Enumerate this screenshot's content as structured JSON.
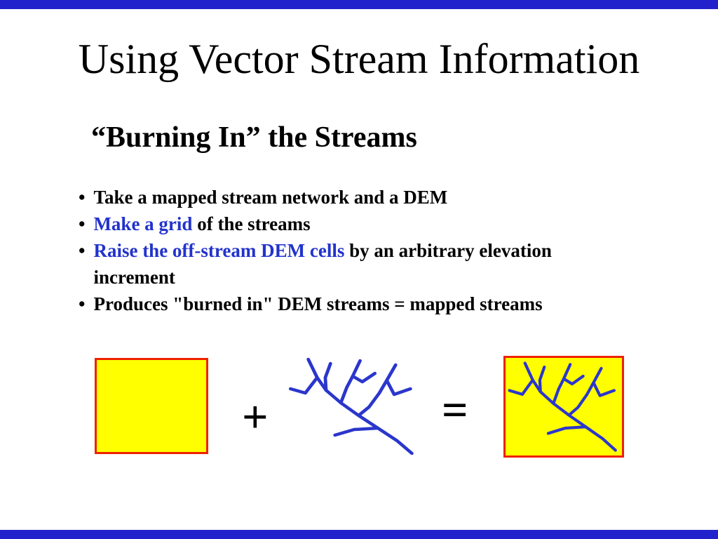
{
  "colors": {
    "bar-blue": "#2222cc",
    "text-blue": "#2233cc",
    "stream-blue": "#2b36cc",
    "box-yellow": "#ffff00",
    "box-red": "#ee2200",
    "text-black": "#000000"
  },
  "slide": {
    "title": "Using Vector Stream Information",
    "subtitle": "“Burning In” the Streams",
    "bullet_char": "•",
    "bullets": [
      {
        "segments": [
          {
            "text": "Take a mapped stream network and a DEM",
            "color": "black"
          }
        ]
      },
      {
        "segments": [
          {
            "text": "Make a grid",
            "color": "blue"
          },
          {
            "text": " of the streams",
            "color": "black"
          }
        ]
      },
      {
        "segments": [
          {
            "text": "Raise the off-stream DEM cells",
            "color": "blue"
          },
          {
            "text": " by an arbitrary elevation",
            "color": "black"
          },
          {
            "text": "increment",
            "color": "black"
          }
        ]
      },
      {
        "segments": [
          {
            "text": "Produces \"burned in\" DEM streams = mapped streams",
            "color": "black"
          }
        ]
      }
    ],
    "diagram": {
      "plus_sign": "+",
      "equals_sign": "=",
      "icons": {
        "left_box": "dem-grid-box",
        "middle": "stream-network-icon",
        "right_box": "burned-in-dem-box"
      }
    }
  }
}
